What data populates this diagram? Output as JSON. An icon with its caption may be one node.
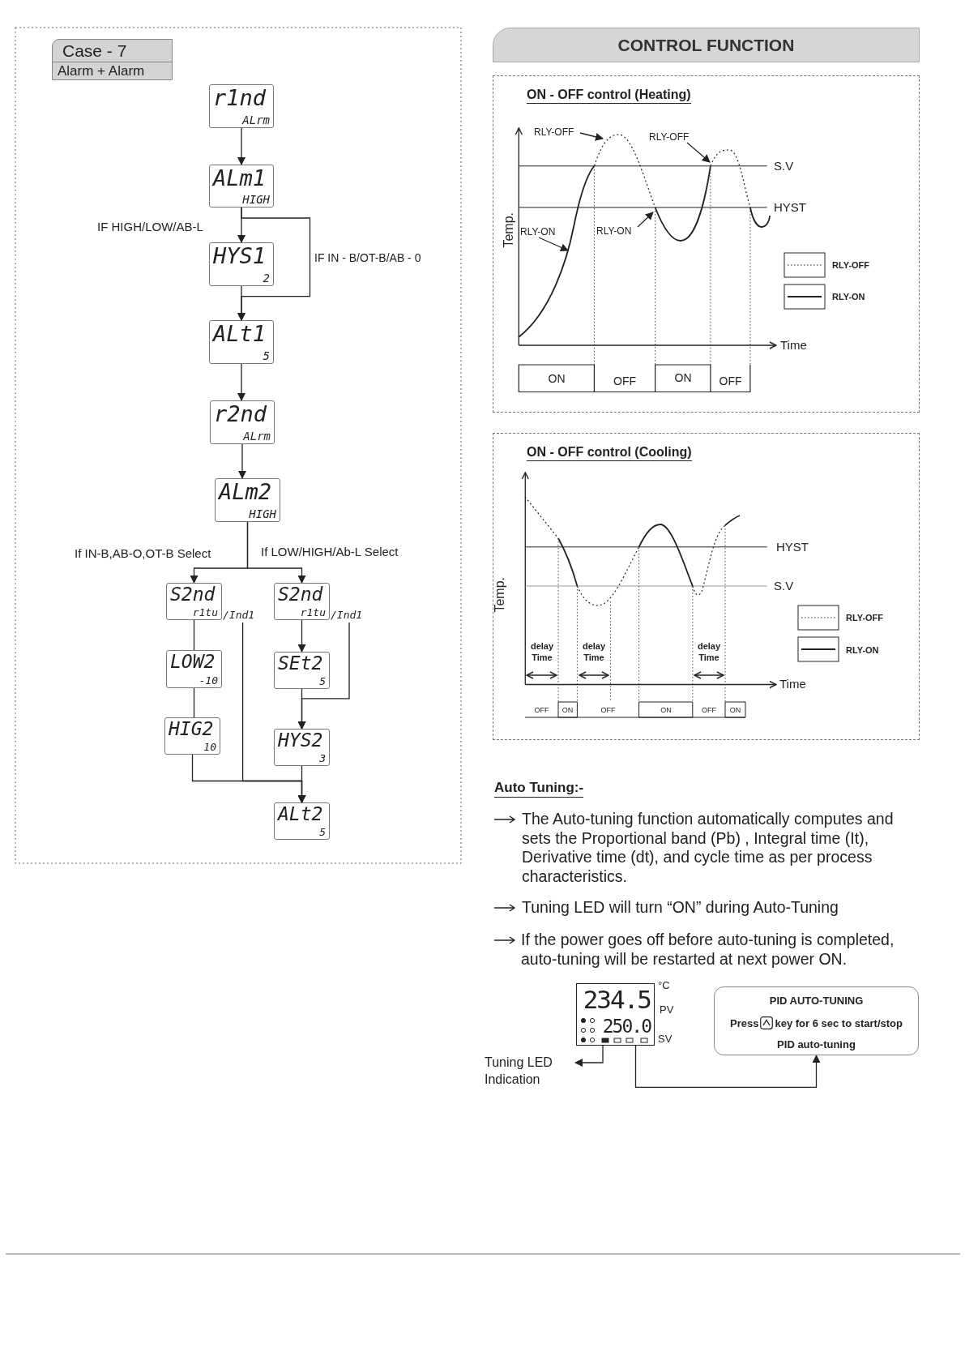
{
  "diagram": {
    "title": "CONTROL FUNCTION",
    "nodes": [
      {
        "text": [
          "Case - 7",
          "Alarm + Alarm"
        ]
      },
      {
        "text": [
          "r1nd",
          "ALrm"
        ]
      },
      {
        "text": [
          "ALm1",
          "HIGH"
        ]
      },
      {
        "text": [
          "HYS1",
          "2"
        ]
      },
      {
        "text": [
          "ALt1",
          "5"
        ]
      },
      {
        "text": [
          "r2nd",
          "ALrm"
        ]
      },
      {
        "text": [
          "ALm2",
          "HIGH"
        ]
      },
      {
        "text": [
          "S2nd",
          "r1tu"
        ],
        "beside": [
          "/Ind1"
        ]
      },
      {
        "text": [
          "S2nd",
          "r1tu"
        ],
        "beside": [
          "/Ind1"
        ]
      },
      {
        "text": [
          "LOW2",
          "-10"
        ]
      },
      {
        "text": [
          "HIG2",
          "10"
        ]
      },
      {
        "text": [
          "SEt2",
          "5"
        ]
      },
      {
        "text": [
          "HYS2",
          "3"
        ]
      },
      {
        "text": [
          "ALt2",
          "5"
        ]
      },
      {
        "text": [
          "ON - OFF control (Heating)"
        ]
      },
      {
        "text": [
          "RLY-OFF"
        ],
        "in": 14
      },
      {
        "text": [
          "RLY-OFF"
        ],
        "in": 14
      },
      {
        "text": [
          "RLY-ON"
        ],
        "in": 14
      },
      {
        "text": [
          "RLY-ON"
        ],
        "in": 14
      },
      {
        "text": [
          "ON - OFF control (Cooling)"
        ]
      },
      {
        "text": [
          "234.5",
          "250.0"
        ],
        "beside": [
          "°C",
          "PV",
          "SV"
        ]
      },
      {
        "text": [
          "Tuning LED Indication"
        ]
      },
      {
        "text": [
          "PID AUTO-TUNING",
          "Press",
          "key for 6 sec to start/stop PID auto-tuning"
        ]
      }
    ],
    "edges": [
      {
        "from": 1,
        "to": 2,
        "arrow": "to"
      },
      {
        "from": 2,
        "to": 3,
        "arrow": "to",
        "label": "IF HIGH/LOW/AB-L"
      },
      {
        "from": 2,
        "to": 4,
        "arrow": "to",
        "label": "IF IN - B/OT-B/AB - 0"
      },
      {
        "from": 3,
        "to": 4,
        "arrow": "to"
      },
      {
        "from": 4,
        "to": 5,
        "arrow": "to"
      },
      {
        "from": 5,
        "to": 6,
        "arrow": "to"
      },
      {
        "from": 6,
        "to": 7,
        "arrow": "to",
        "label": "If IN-B,AB-O,OT-B Select"
      },
      {
        "from": 6,
        "to": 8,
        "arrow": "to",
        "label": "If LOW/HIGH/Ab-L  Select"
      },
      {
        "from": 7,
        "to": 9,
        "arrow": "none"
      },
      {
        "from": 9,
        "to": 10,
        "arrow": "none"
      },
      {
        "from": 10,
        "to": 13,
        "arrow": "to"
      },
      {
        "from": 7,
        "to": 13,
        "arrow": "to"
      },
      {
        "from": 8,
        "to": 11,
        "arrow": "to"
      },
      {
        "from": 8,
        "to": 12,
        "arrow": "to"
      },
      {
        "from": 11,
        "to": 12,
        "arrow": "to"
      },
      {
        "from": 12,
        "to": 13,
        "arrow": "to"
      },
      {
        "from": 15,
        "to": null,
        "arrow": "to"
      },
      {
        "from": 16,
        "to": null,
        "arrow": "to"
      },
      {
        "from": 17,
        "to": null,
        "arrow": "to"
      },
      {
        "from": 18,
        "to": null,
        "arrow": "to"
      },
      {
        "from": 20,
        "to": 21,
        "arrow": "to"
      },
      {
        "from": 20,
        "to": 22,
        "arrow": "to"
      }
    ],
    "labels": [
      "Temp.",
      "S.V",
      "HYST",
      "Time",
      "ON",
      "OFF",
      "ON",
      "OFF",
      "HYST",
      "S.V",
      "Temp.",
      "delay Time",
      "delay Time",
      "delay Time",
      "Time",
      "OFF",
      "ON",
      "OFF",
      "ON",
      "OFF",
      "ON",
      "Auto Tuning:-",
      "The Auto-tuning function automatically computes and sets the Proportional band (Pb) , Integral time (It), Derivative time (dt), and cycle time as per process characteristics.",
      "Tuning LED will turn “ON” during Auto-Tuning",
      "If the power goes off before auto-tuning is completed, auto-tuning will be restarted at next power ON."
    ],
    "legend": [
      {
        "text": "RLY-OFF"
      },
      {
        "text": "RLY-ON"
      },
      {
        "text": "RLY-OFF"
      },
      {
        "text": "RLY-ON"
      }
    ]
  }
}
